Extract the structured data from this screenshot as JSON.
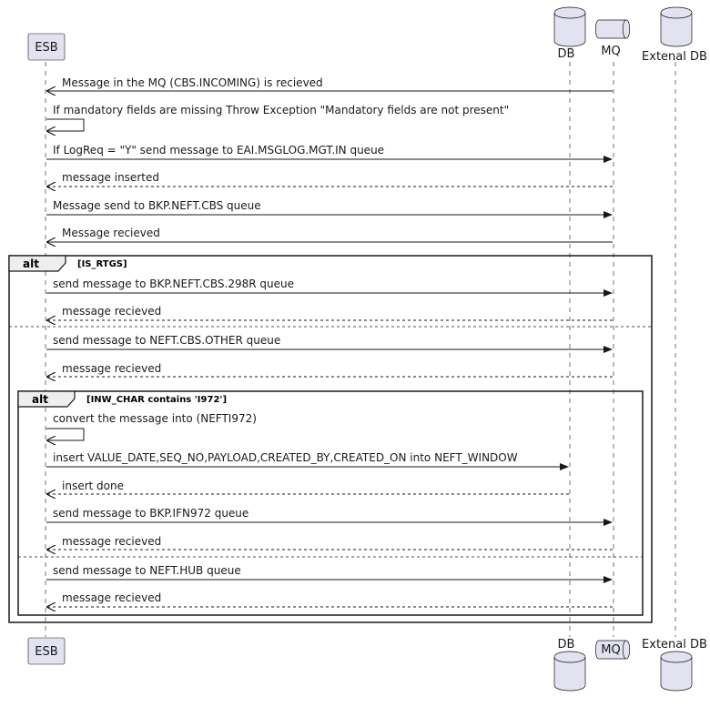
{
  "participants": {
    "esb": "ESB",
    "db": "DB",
    "mq": "MQ",
    "extdb": "Extenal DB"
  },
  "fragments": {
    "alt_outer": {
      "keyword": "alt",
      "condition": "[IS_RTGS]"
    },
    "alt_inner": {
      "keyword": "alt",
      "condition": "[INW_CHAR contains 'I972']"
    }
  },
  "messages": [
    "Message in the MQ (CBS.INCOMING) is recieved",
    "If mandatory fields are missing Throw Exception \"Mandatory fields are not present\"",
    "If LogReq = \"Y\" send message to EAI.MSGLOG.MGT.IN queue",
    "message inserted",
    "Message send to BKP.NEFT.CBS queue",
    "Message recieved",
    "send message to BKP.NEFT.CBS.298R queue",
    "message recieved",
    "send message to NEFT.CBS.OTHER queue",
    "message recieved",
    "convert the message into (NEFTI972)",
    "insert VALUE_DATE,SEQ_NO,PAYLOAD,CREATED_BY,CREATED_ON into NEFT_WINDOW",
    "insert done",
    "send message to BKP.IFN972 queue",
    "message recieved",
    "send message to NEFT.HUB queue",
    "message recieved"
  ]
}
